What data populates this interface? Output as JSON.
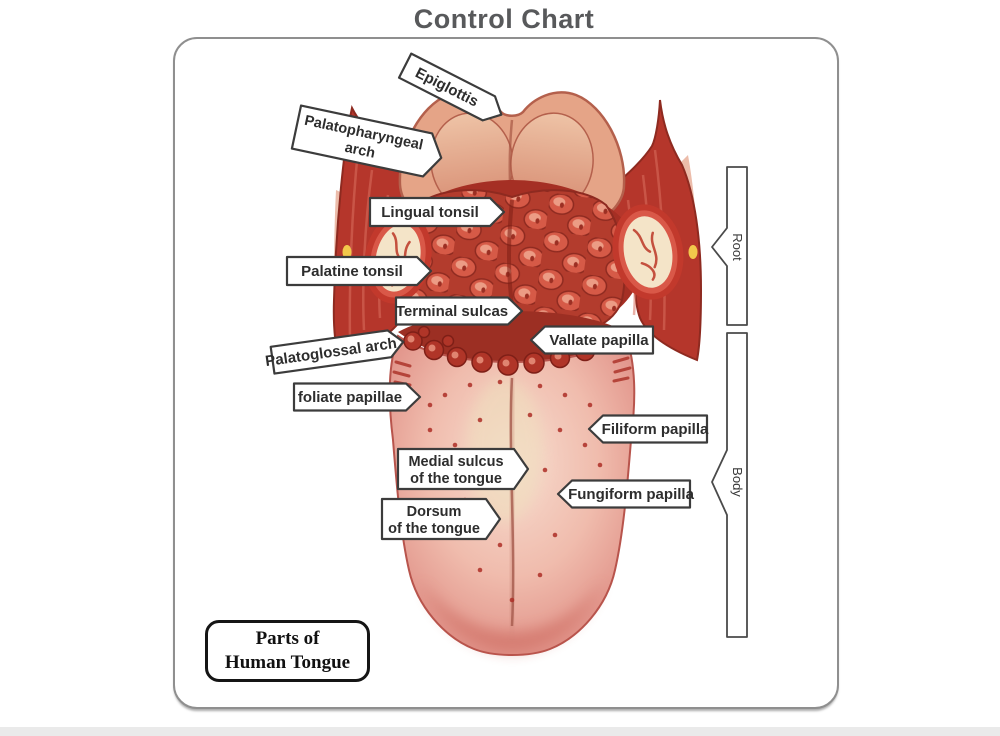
{
  "title": "Control Chart",
  "caption_box": {
    "line1": "Parts of",
    "line2": "Human Tongue"
  },
  "labels": [
    {
      "name": "epiglottis",
      "lines": [
        "Epiglottis"
      ]
    },
    {
      "name": "palatopharyngeal-arch",
      "lines": [
        "Palatopharyngeal",
        "arch"
      ]
    },
    {
      "name": "lingual-tonsil",
      "lines": [
        "Lingual tonsil"
      ]
    },
    {
      "name": "palatine-tonsil",
      "lines": [
        "Palatine tonsil"
      ]
    },
    {
      "name": "terminal-sulcas",
      "lines": [
        "Terminal sulcas"
      ]
    },
    {
      "name": "vallate-papilla",
      "lines": [
        "Vallate papilla"
      ]
    },
    {
      "name": "palatoglossal-arch",
      "lines": [
        "Palatoglossal arch"
      ]
    },
    {
      "name": "foliate-papillae",
      "lines": [
        "foliate papillae"
      ]
    },
    {
      "name": "filiform-papilla",
      "lines": [
        "Filiform papilla"
      ]
    },
    {
      "name": "medial-sulcus",
      "lines": [
        "Medial sulcus",
        "of the tongue"
      ]
    },
    {
      "name": "fungiform-papilla",
      "lines": [
        "Fungiform papilla"
      ]
    },
    {
      "name": "dorsum-of-tongue",
      "lines": [
        "Dorsum",
        "of the tongue"
      ]
    }
  ],
  "brackets": [
    {
      "label": "Root"
    },
    {
      "label": "Body"
    }
  ],
  "colors": {
    "title_gray": "#58595b",
    "label_border": "#3c3c3c",
    "deep_red": "#b23a2e",
    "tongue_pink": "#eda79c",
    "tonsil_cream": "#f4e4c8"
  }
}
